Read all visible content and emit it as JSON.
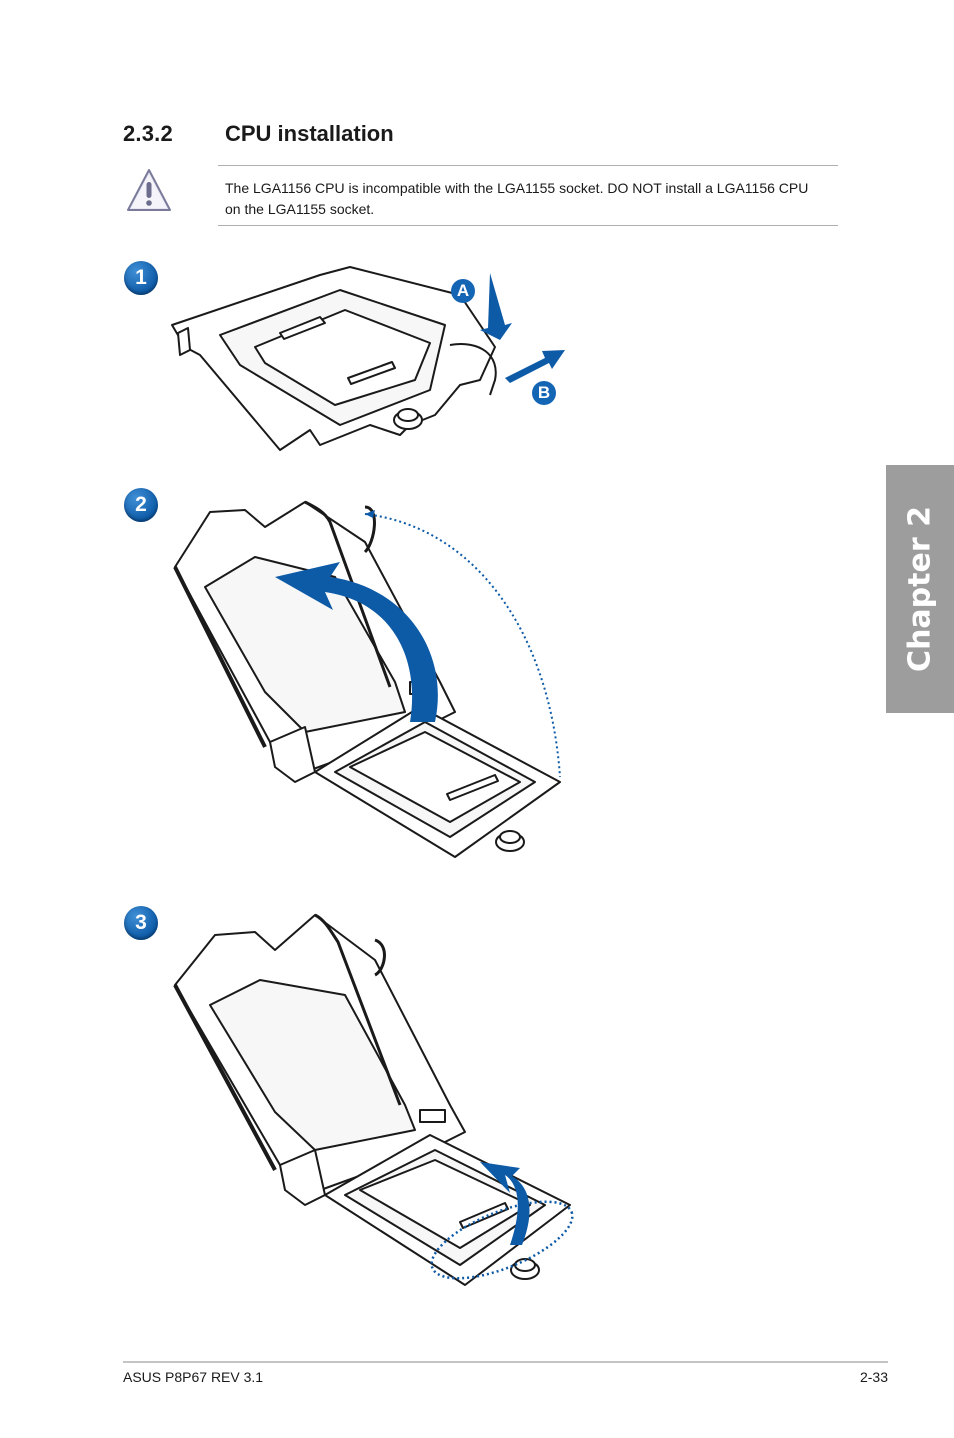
{
  "section": {
    "number": "2.3.2",
    "title": "CPU installation"
  },
  "note": {
    "icon": "warning-triangle-icon",
    "text": "The LGA1156 CPU is incompatible with the LGA1155 socket. DO NOT install a LGA1156 CPU on the LGA1155 socket."
  },
  "steps": [
    {
      "number": "1",
      "labels": [
        "A",
        "B"
      ]
    },
    {
      "number": "2"
    },
    {
      "number": "3"
    }
  ],
  "chapter_tab": {
    "label": "Chapter 2"
  },
  "footer": {
    "left": "ASUS P8P67 REV 3.1",
    "right": "2-33"
  },
  "colors": {
    "accent_blue": "#0d5aa7",
    "tab_gray": "#9d9d9d"
  }
}
